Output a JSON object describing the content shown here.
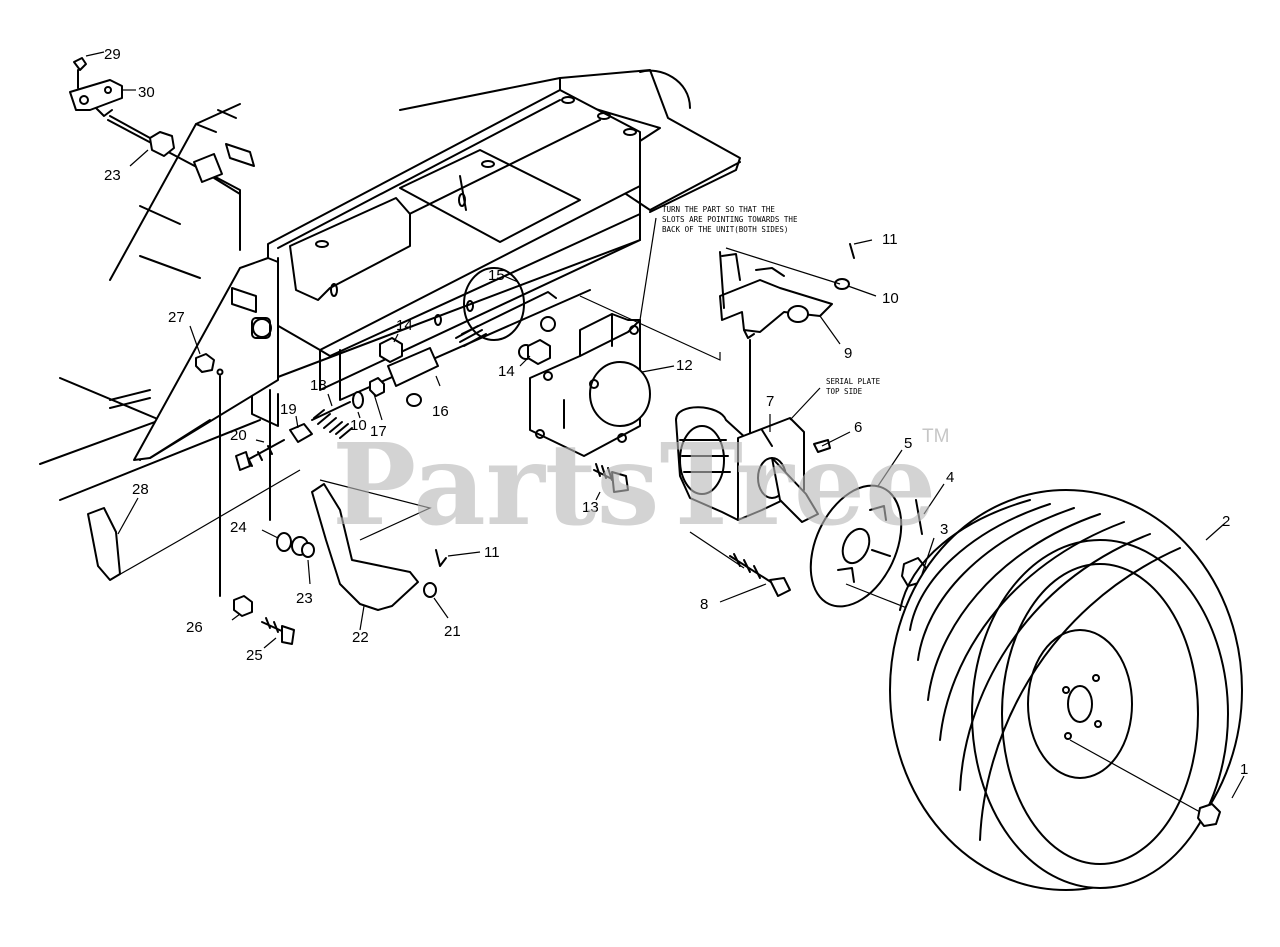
{
  "watermark": {
    "text": "PartsTree",
    "trademark": "TM"
  },
  "notes": {
    "slots": [
      "TURN THE PART SO THAT THE",
      "SLOTS ARE POINTING TOWARDS THE",
      "BACK OF THE UNIT(BOTH SIDES)"
    ],
    "serial_plate": [
      "SERIAL PLATE",
      "TOP SIDE"
    ]
  },
  "callouts": [
    {
      "id": "c29",
      "label": "29"
    },
    {
      "id": "c30",
      "label": "30"
    },
    {
      "id": "c23a",
      "label": "23"
    },
    {
      "id": "c15",
      "label": "15"
    },
    {
      "id": "c11a",
      "label": "11"
    },
    {
      "id": "c10a",
      "label": "10"
    },
    {
      "id": "c9",
      "label": "9"
    },
    {
      "id": "c27",
      "label": "27"
    },
    {
      "id": "c14a",
      "label": "14"
    },
    {
      "id": "c14b",
      "label": "14"
    },
    {
      "id": "c12",
      "label": "12"
    },
    {
      "id": "c18",
      "label": "18"
    },
    {
      "id": "c19",
      "label": "19"
    },
    {
      "id": "c10b",
      "label": "10"
    },
    {
      "id": "c17",
      "label": "17"
    },
    {
      "id": "c16",
      "label": "16"
    },
    {
      "id": "c7",
      "label": "7"
    },
    {
      "id": "c6",
      "label": "6"
    },
    {
      "id": "c5",
      "label": "5"
    },
    {
      "id": "c20",
      "label": "20"
    },
    {
      "id": "c4",
      "label": "4"
    },
    {
      "id": "c13",
      "label": "13"
    },
    {
      "id": "c2",
      "label": "2"
    },
    {
      "id": "c28",
      "label": "28"
    },
    {
      "id": "c3",
      "label": "3"
    },
    {
      "id": "c24",
      "label": "24"
    },
    {
      "id": "c11b",
      "label": "11"
    },
    {
      "id": "c23b",
      "label": "23"
    },
    {
      "id": "c8",
      "label": "8"
    },
    {
      "id": "c21",
      "label": "21"
    },
    {
      "id": "c26",
      "label": "26"
    },
    {
      "id": "c22",
      "label": "22"
    },
    {
      "id": "c25",
      "label": "25"
    },
    {
      "id": "c1",
      "label": "1"
    }
  ]
}
